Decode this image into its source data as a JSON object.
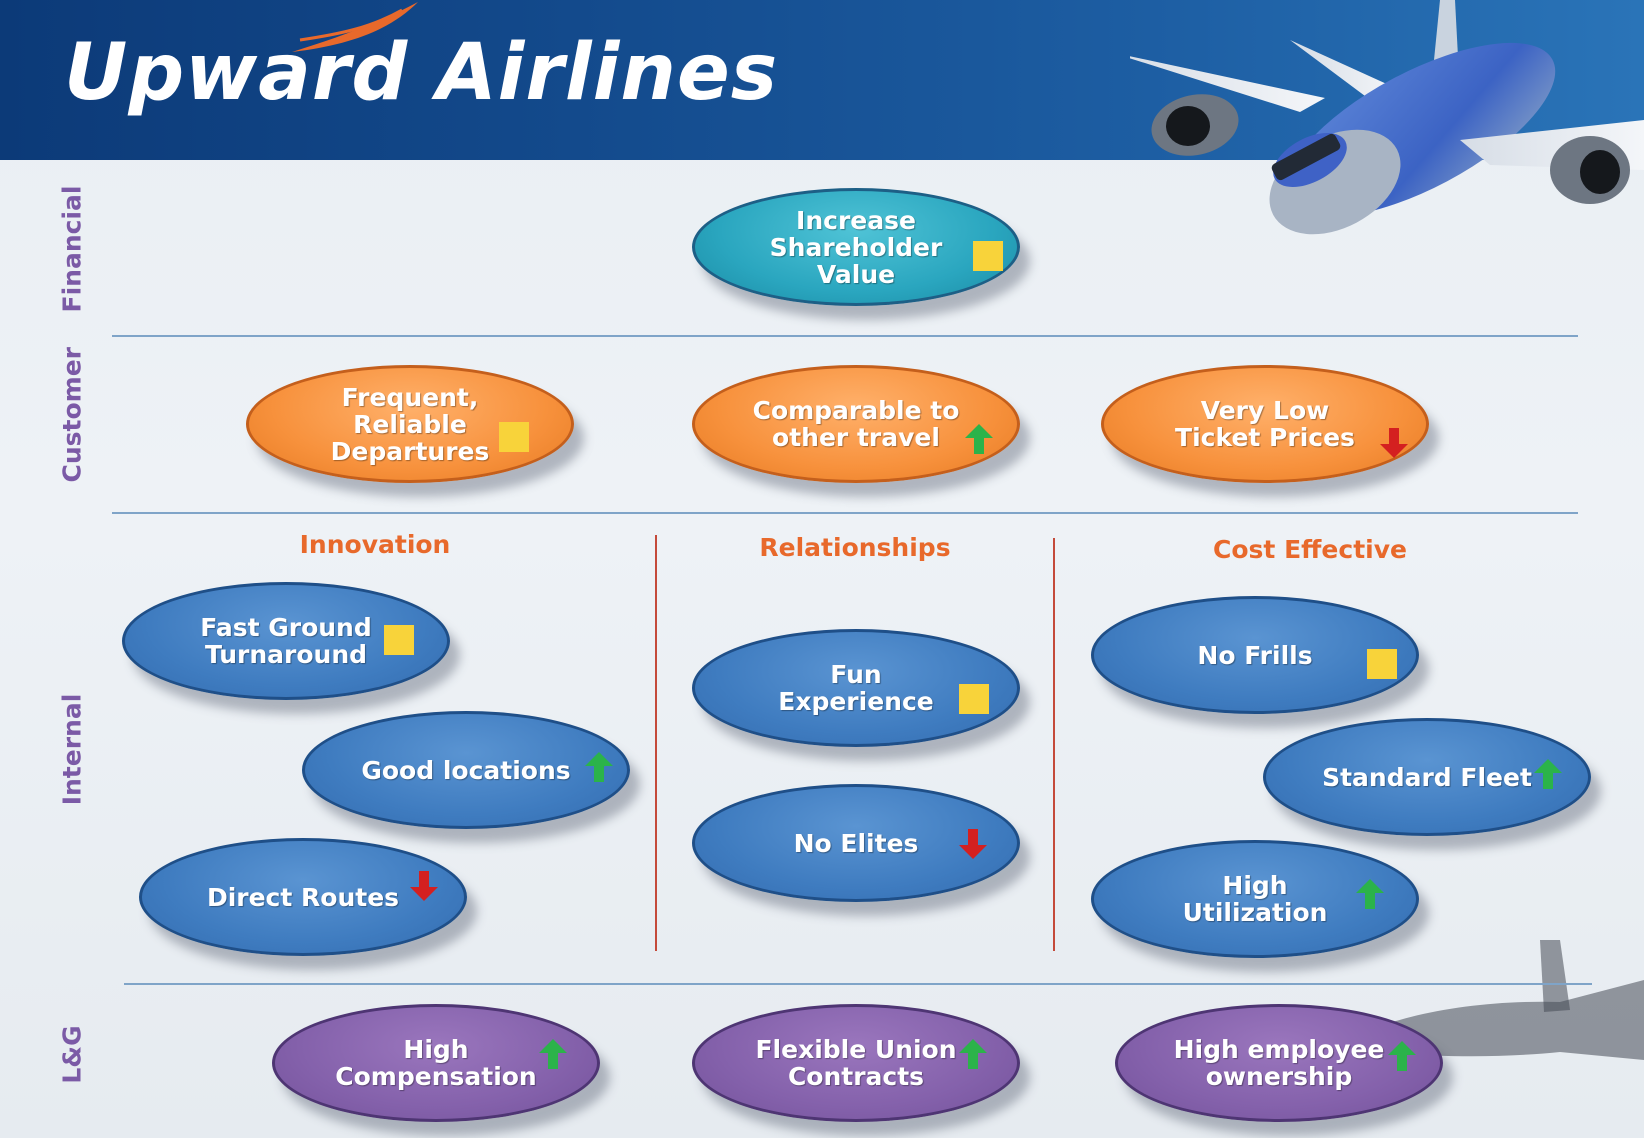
{
  "title": "Upward Airlines",
  "colors": {
    "header": "#134a8c",
    "row_label": "#7b5aa6",
    "column_heading": "#e8692b",
    "financial": "#2aa6bf",
    "customer": "#f7913c",
    "internal": "#3f7cc0",
    "learning_growth": "#8461ab",
    "status_yellow": "#f8d33a",
    "status_up": "#2bb34a",
    "status_down": "#d42020"
  },
  "rows": {
    "financial": "Financial",
    "customer": "Customer",
    "internal": "Internal",
    "lg": "L&G"
  },
  "columns": {
    "innovation": "Innovation",
    "relationships": "Relationships",
    "cost_effective": "Cost Effective"
  },
  "objectives": {
    "shareholder": {
      "label": "Increase\nShareholder\nValue",
      "status": "square"
    },
    "frequent": {
      "label": "Frequent,\nReliable\nDepartures",
      "status": "square"
    },
    "comparable": {
      "label": "Comparable to\nother travel",
      "status": "up"
    },
    "low_prices": {
      "label": "Very Low\nTicket Prices",
      "status": "down"
    },
    "fast_ground": {
      "label": "Fast Ground\nTurnaround",
      "status": "square"
    },
    "good_locations": {
      "label": "Good locations",
      "status": "up"
    },
    "direct_routes": {
      "label": "Direct Routes",
      "status": "down"
    },
    "fun": {
      "label": "Fun\nExperience",
      "status": "square"
    },
    "no_elites": {
      "label": "No Elites",
      "status": "down"
    },
    "no_frills": {
      "label": "No Frills",
      "status": "square"
    },
    "standard_fleet": {
      "label": "Standard Fleet",
      "status": "up"
    },
    "high_util": {
      "label": "High\nUtilization",
      "status": "up"
    },
    "high_comp": {
      "label": "High\nCompensation",
      "status": "up"
    },
    "union": {
      "label": "Flexible Union\nContracts",
      "status": "up"
    },
    "ownership": {
      "label": "High employee\nownership",
      "status": "up"
    }
  }
}
